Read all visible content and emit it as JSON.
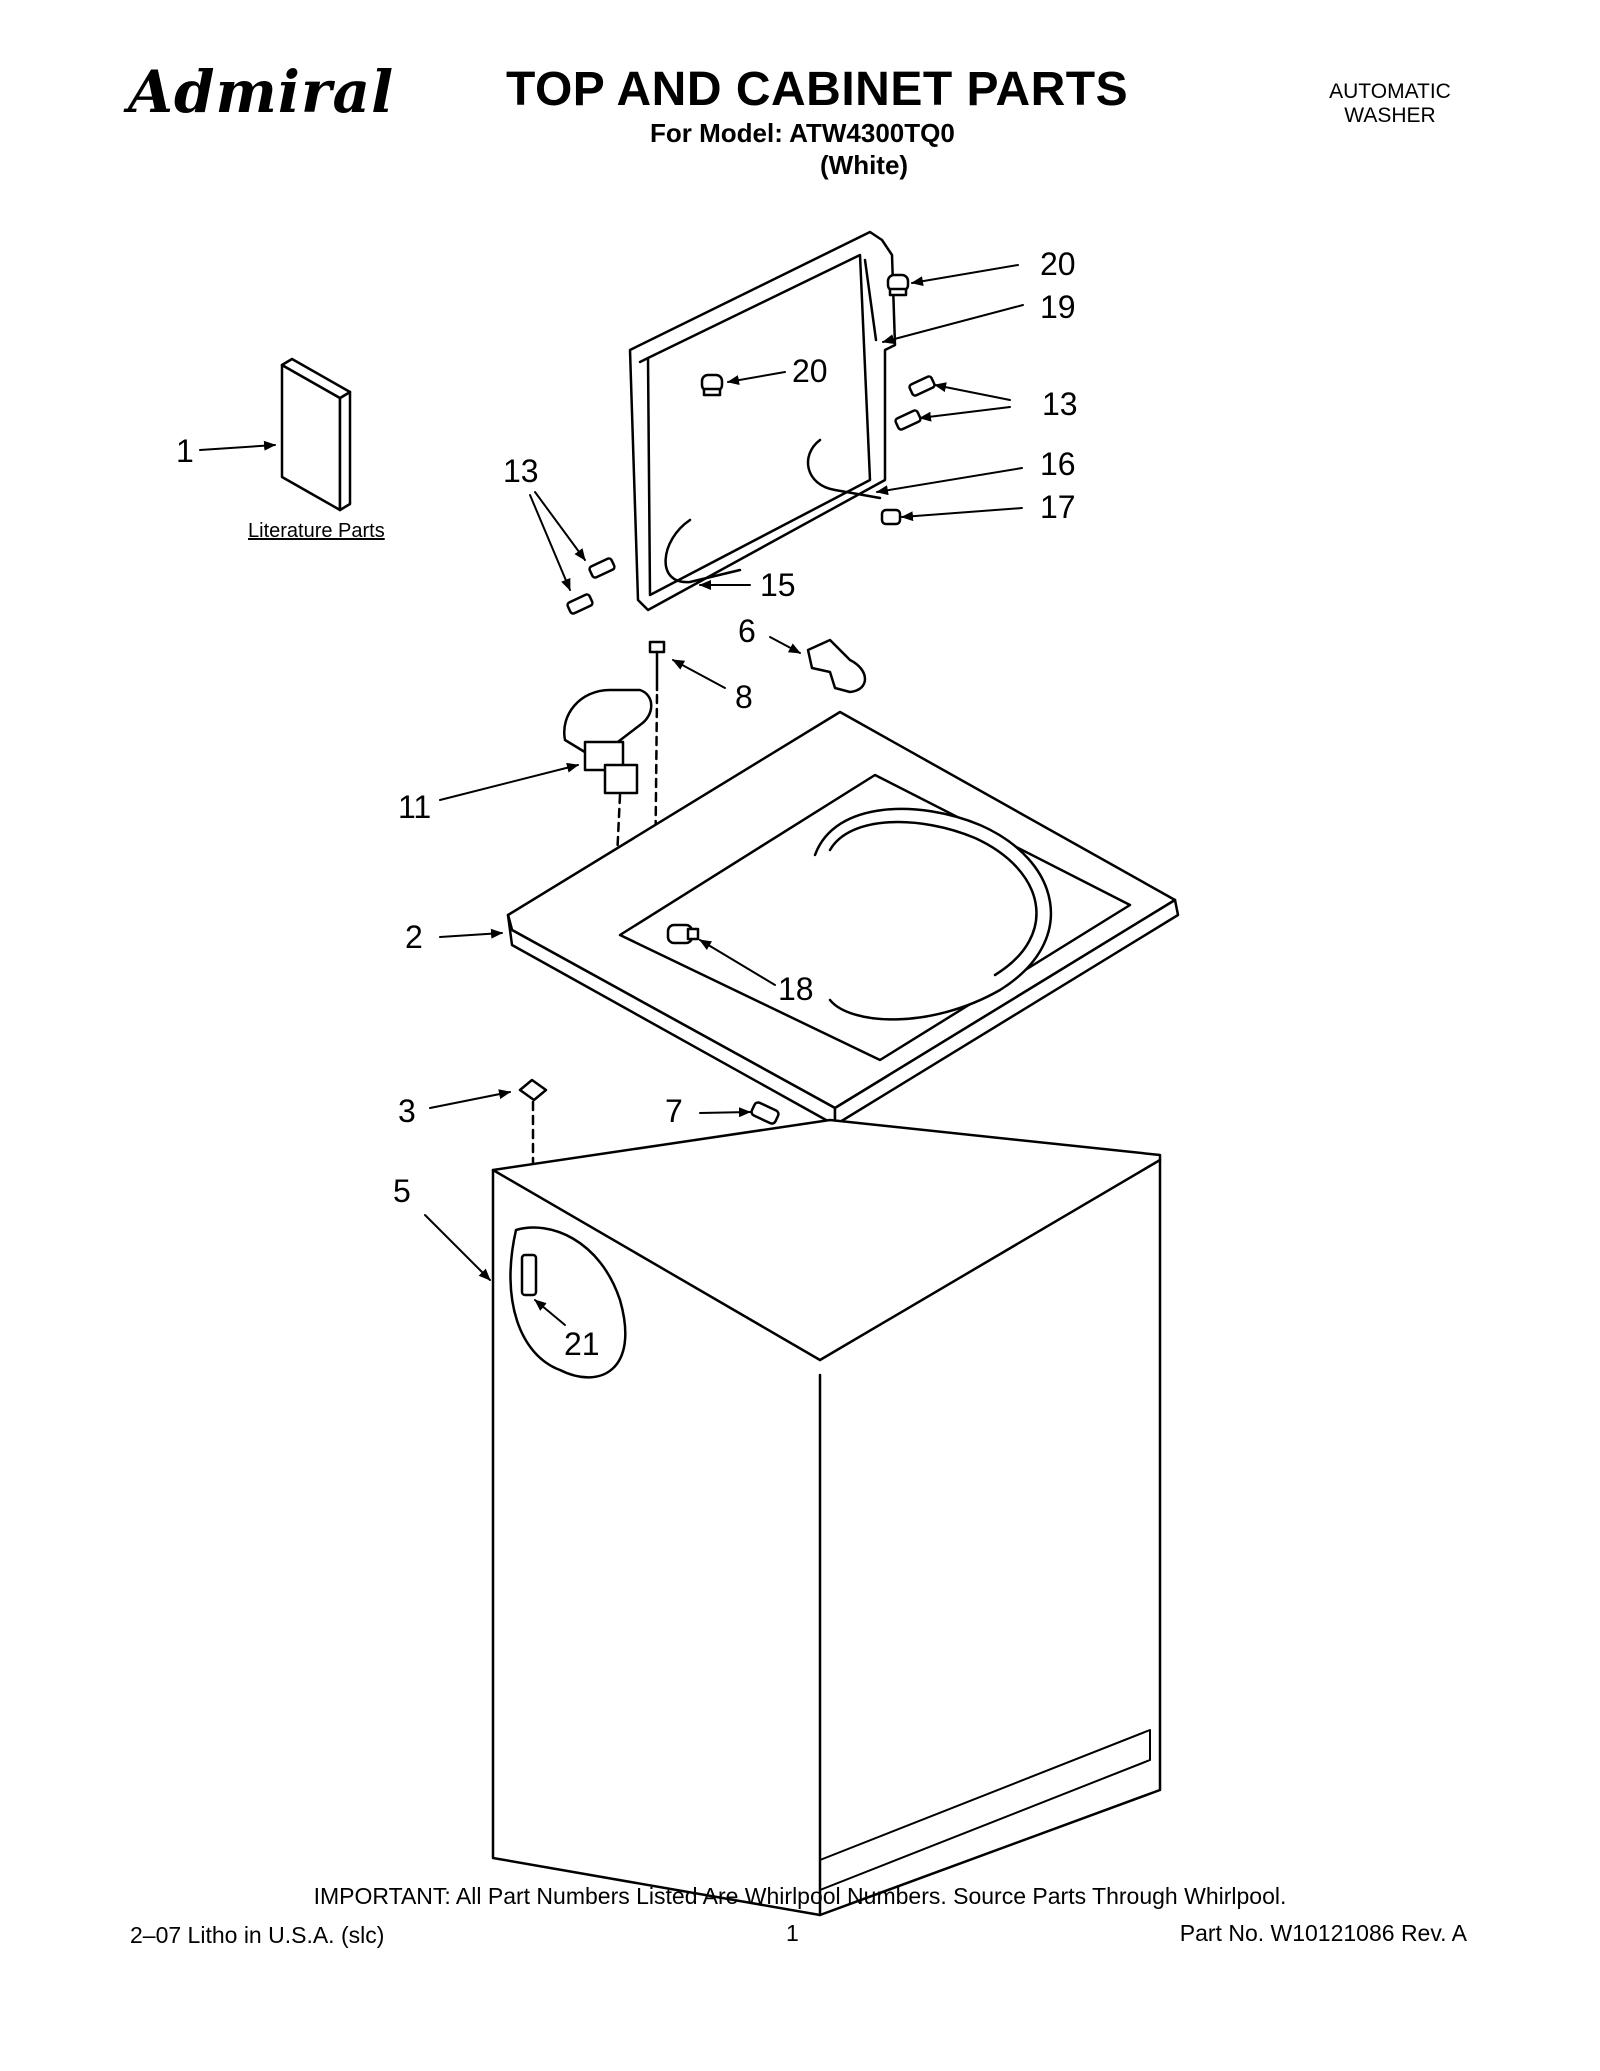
{
  "header": {
    "brand": "Admiral",
    "title": "TOP AND CABINET PARTS",
    "model_line": "For Model: ATW4300TQ0",
    "color_line": "(White)",
    "appliance_type_line1": "AUTOMATIC",
    "appliance_type_line2": "WASHER"
  },
  "diagram": {
    "literature_label": "Literature Parts",
    "callouts": [
      "20",
      "19",
      "20",
      "13",
      "1",
      "13",
      "16",
      "17",
      "15",
      "6",
      "8",
      "11",
      "2",
      "18",
      "3",
      "7",
      "5",
      "21"
    ]
  },
  "footer": {
    "notice": "IMPORTANT: All Part Numbers Listed Are Whirlpool Numbers. Source Parts Through Whirlpool.",
    "print_info": "2–07 Litho in U.S.A. (slc)",
    "page_number": "1",
    "part_number": "Part No. W10121086 Rev. A"
  }
}
